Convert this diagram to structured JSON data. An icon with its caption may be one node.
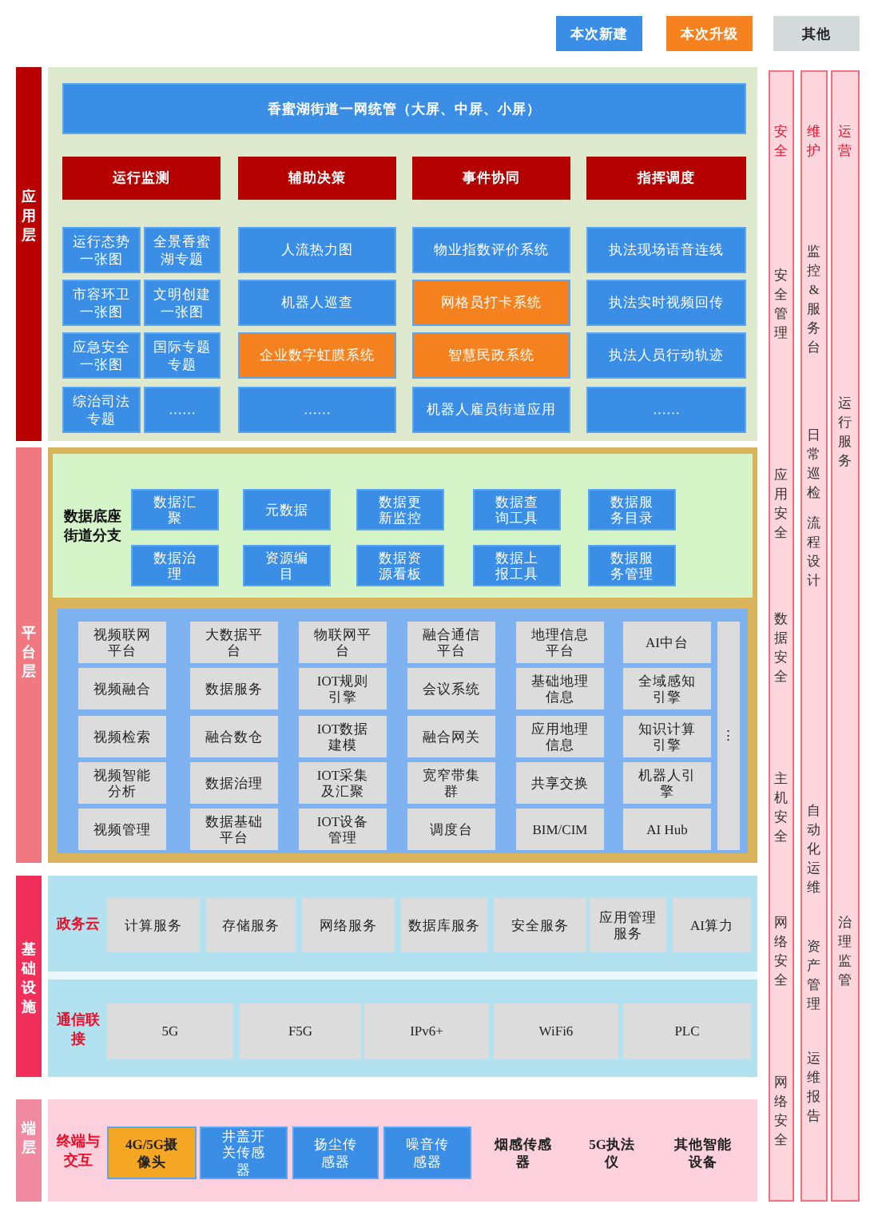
{
  "diagram": {
    "nodes": [
      {
        "text": [
          "应用层"
        ]
      },
      {
        "text": [
          "香蜜湖街道一网统管（大屏、中屏、小屏）"
        ],
        "in": 0
      },
      {
        "text": [
          "运行监测"
        ],
        "in": 0
      },
      {
        "text": [
          "辅助决策"
        ],
        "in": 0
      },
      {
        "text": [
          "事件协同"
        ],
        "in": 0
      },
      {
        "text": [
          "指挥调度"
        ],
        "in": 0
      },
      {
        "text": [
          "运行态势一张图"
        ],
        "in": 0
      },
      {
        "text": [
          "全景香蜜湖专题"
        ],
        "in": 0
      },
      {
        "text": [
          "人流热力图"
        ],
        "in": 0
      },
      {
        "text": [
          "物业指数评价系统"
        ],
        "in": 0
      },
      {
        "text": [
          "执法现场语音连线"
        ],
        "in": 0
      },
      {
        "text": [
          "市容环卫一张图"
        ],
        "in": 0
      },
      {
        "text": [
          "文明创建一张图"
        ],
        "in": 0
      },
      {
        "text": [
          "机器人巡查"
        ],
        "in": 0
      },
      {
        "text": [
          "网格员打卡系统"
        ],
        "in": 0
      },
      {
        "text": [
          "执法实时视频回传"
        ],
        "in": 0
      },
      {
        "text": [
          "应急安全一张图"
        ],
        "in": 0
      },
      {
        "text": [
          "国际专题专题"
        ],
        "in": 0
      },
      {
        "text": [
          "企业数字虹膜系统"
        ],
        "in": 0
      },
      {
        "text": [
          "智慧民政系统"
        ],
        "in": 0
      },
      {
        "text": [
          "执法人员行动轨迹"
        ],
        "in": 0
      },
      {
        "text": [
          "综治司法专题"
        ],
        "in": 0
      },
      {
        "text": [
          "……"
        ],
        "in": 0
      },
      {
        "text": [
          "……"
        ],
        "in": 0
      },
      {
        "text": [
          "机器人雇员街道应用"
        ],
        "in": 0
      },
      {
        "text": [
          "……"
        ],
        "in": 0
      },
      {
        "text": [
          "平台层"
        ]
      },
      {
        "text": [
          "数据底座街道分支"
        ],
        "in": 26
      },
      {
        "text": [
          "数据汇聚"
        ],
        "in": 27
      },
      {
        "text": [
          "元数据"
        ],
        "in": 27
      },
      {
        "text": [
          "数据更新监控"
        ],
        "in": 27
      },
      {
        "text": [
          "数据查询工具"
        ],
        "in": 27
      },
      {
        "text": [
          "数据服务目录"
        ],
        "in": 27
      },
      {
        "text": [
          "数据治理"
        ],
        "in": 27
      },
      {
        "text": [
          "资源编目"
        ],
        "in": 27
      },
      {
        "text": [
          "数据资源看板"
        ],
        "in": 27
      },
      {
        "text": [
          "数据上报工具"
        ],
        "in": 27
      },
      {
        "text": [
          "数据服务管理"
        ],
        "in": 27
      },
      {
        "text": [],
        "shape": "box",
        "in": 26
      },
      {
        "text": [
          "视频联网平台"
        ],
        "in": 38
      },
      {
        "text": [
          "大数据平台"
        ],
        "in": 38
      },
      {
        "text": [
          "物联网平台"
        ],
        "in": 38
      },
      {
        "text": [
          "融合通信平台"
        ],
        "in": 38
      },
      {
        "text": [
          "地理信息平台"
        ],
        "in": 38
      },
      {
        "text": [
          "AI中台"
        ],
        "in": 38
      },
      {
        "text": [
          "视频融合"
        ],
        "in": 38
      },
      {
        "text": [
          "数据服务"
        ],
        "in": 38
      },
      {
        "text": [
          "IOT规则引擎"
        ],
        "in": 38
      },
      {
        "text": [
          "会议系统"
        ],
        "in": 38
      },
      {
        "text": [
          "基础地理信息"
        ],
        "in": 38
      },
      {
        "text": [
          "全域感知引擎"
        ],
        "in": 38
      },
      {
        "text": [
          "视频检索"
        ],
        "in": 38
      },
      {
        "text": [
          "融合数仓"
        ],
        "in": 38
      },
      {
        "text": [
          "IOT数据建模"
        ],
        "in": 38
      },
      {
        "text": [
          "融合网关"
        ],
        "in": 38
      },
      {
        "text": [
          "应用地理信息"
        ],
        "in": 38
      },
      {
        "text": [
          "知识计算引擎"
        ],
        "in": 38
      },
      {
        "text": [
          "视频智能分析"
        ],
        "in": 38
      },
      {
        "text": [
          "数据治理"
        ],
        "in": 38
      },
      {
        "text": [
          "IOT采集及汇聚"
        ],
        "in": 38
      },
      {
        "text": [
          "宽窄带集群"
        ],
        "in": 38
      },
      {
        "text": [
          "共享交换"
        ],
        "in": 38
      },
      {
        "text": [
          "机器人引擎"
        ],
        "in": 38
      },
      {
        "text": [
          "视频管理"
        ],
        "in": 38
      },
      {
        "text": [
          "数据基础平台"
        ],
        "in": 38
      },
      {
        "text": [
          "IOT设备管理"
        ],
        "in": 38
      },
      {
        "text": [
          "调度台"
        ],
        "in": 38
      },
      {
        "text": [
          "BIM/CIM"
        ],
        "in": 38
      },
      {
        "text": [
          "AI Hub"
        ],
        "in": 38
      },
      {
        "text": [
          "⋮"
        ],
        "in": 38
      },
      {
        "text": [
          "基础设施"
        ]
      },
      {
        "text": [
          "政务云"
        ],
        "in": 70
      },
      {
        "text": [
          "计算服务"
        ],
        "in": 71
      },
      {
        "text": [
          "存储服务"
        ],
        "in": 71
      },
      {
        "text": [
          "网络服务"
        ],
        "in": 71
      },
      {
        "text": [
          "数据库服务"
        ],
        "in": 71
      },
      {
        "text": [
          "安全服务"
        ],
        "in": 71
      },
      {
        "text": [
          "应用管理服务"
        ],
        "in": 71
      },
      {
        "text": [
          "AI算力"
        ],
        "in": 71
      },
      {
        "text": [
          "通信联接"
        ],
        "in": 70
      },
      {
        "text": [
          "5G"
        ],
        "in": 79
      },
      {
        "text": [
          "F5G"
        ],
        "in": 79
      },
      {
        "text": [
          "IPv6+"
        ],
        "in": 79
      },
      {
        "text": [
          "WiFi6"
        ],
        "in": 79
      },
      {
        "text": [
          "PLC"
        ],
        "in": 79
      },
      {
        "text": [
          "端层",
          "终端与交互"
        ]
      },
      {
        "text": [
          "4G/5G摄像头"
        ],
        "in": 85
      },
      {
        "text": [
          "井盖开关传感器"
        ],
        "in": 85
      },
      {
        "text": [
          "扬尘传感器"
        ],
        "in": 85
      },
      {
        "text": [
          "噪音传感器"
        ],
        "in": 85
      },
      {
        "text": [
          "烟感传感器"
        ],
        "in": 85
      },
      {
        "text": [
          "5G执法仪"
        ],
        "in": 85
      },
      {
        "text": [
          "其他智能设备"
        ],
        "in": 85
      },
      {
        "text": [
          "安全",
          "安全管理",
          "应用安全",
          "数据安全",
          "主机安全",
          "网络安全",
          "网络安全"
        ]
      },
      {
        "text": [
          "维护",
          "监控&服务台",
          "日常巡检",
          "流程设计",
          "自动化运维",
          "资产管理",
          "运维报告"
        ]
      },
      {
        "text": [
          "运营",
          "运行服务",
          "治理监管"
        ]
      }
    ],
    "legend": [
      {
        "text": "本次新建",
        "color": "#3a8ee6"
      },
      {
        "text": "本次升级",
        "color": "#f5821f"
      },
      {
        "text": "其他",
        "color": "#d5dbdb"
      }
    ]
  }
}
